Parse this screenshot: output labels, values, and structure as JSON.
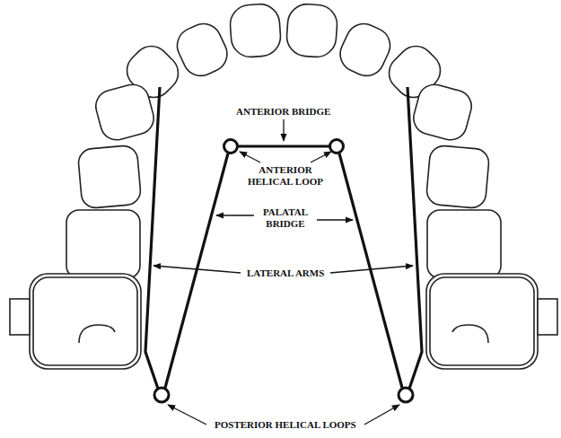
{
  "diagram": {
    "labels": [
      "ANTERIOR BRIDGE",
      "ANTERIOR HELICAL LOOP",
      "PALATAL BRIDGE",
      "LATERAL ARMS",
      "POSTERIOR HELICAL LOOPS"
    ]
  }
}
